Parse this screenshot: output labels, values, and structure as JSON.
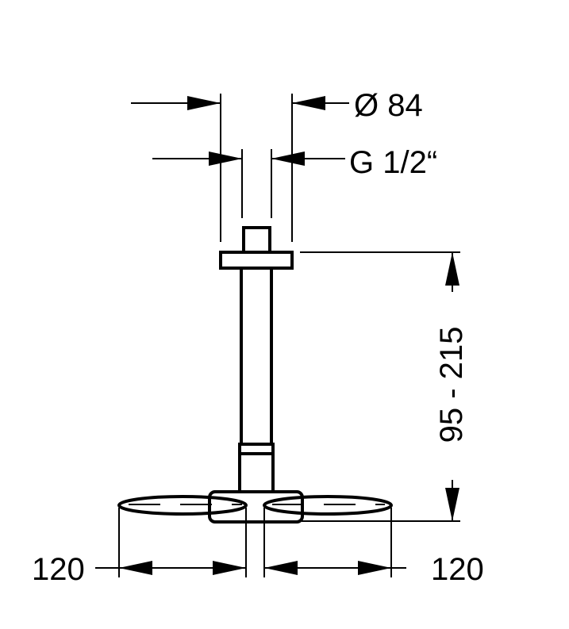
{
  "dimensions": {
    "diameter": "Ø 84",
    "thread": "G 1/2“",
    "height_range": "95 - 215",
    "left_width": "120",
    "right_width": "120"
  }
}
